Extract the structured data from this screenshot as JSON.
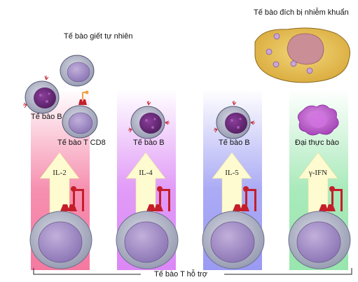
{
  "labels": {
    "nk_cell": "Tế bào giết tự nhiên",
    "infected_target_cell": "Tế bào đích bị nhiễm khuẩn",
    "b_cell_partial": "Tế bào B",
    "cd8_t_cell": "Tế bào T CD8",
    "b_cell_col2": "Tế bào B",
    "b_cell_col3": "Tế bào B",
    "macrophage": "Đại thực bào",
    "helper_t_cell": "Tế bào T hỗ trợ"
  },
  "cytokines": [
    "IL-2",
    "IL-4",
    "IL-5",
    "γ-IFN"
  ],
  "colors": {
    "col1": "#f36b96",
    "col2": "#d77af5",
    "col3": "#8f8ff2",
    "col4": "#8de3a4",
    "arrow": "#fffbd0",
    "receptor": "#c41e2a",
    "cell_fill": "#a896c8",
    "nucleus": "#6a2f78",
    "target_cell": "#e8c25a",
    "macrophage": "#b85ccc"
  }
}
